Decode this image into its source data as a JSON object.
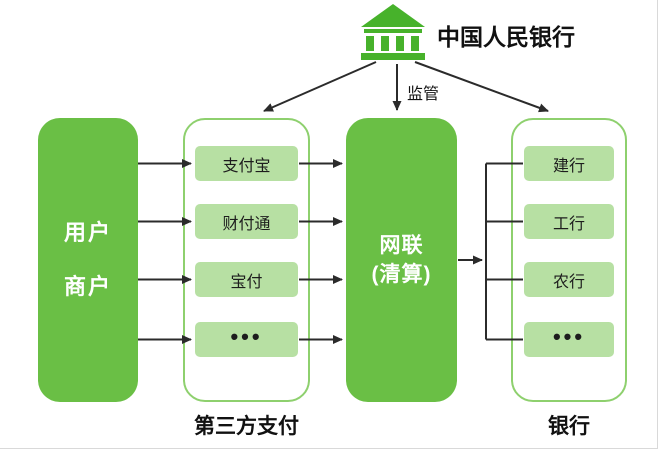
{
  "colors": {
    "main_green": "#6abf45",
    "light_green": "#b7e0a3",
    "border_green": "#8ed06e",
    "icon_green": "#47b22b",
    "arrow": "#2b2b2b"
  },
  "header": {
    "title": "中国人民银行",
    "supervision_label": "监管",
    "icon": "bank-building-icon"
  },
  "left_box": {
    "lines": [
      "用户",
      "商户"
    ]
  },
  "third_party": {
    "items": [
      "支付宝",
      "财付通",
      "宝付",
      "•••"
    ],
    "caption": "第三方支付"
  },
  "clearing": {
    "lines": [
      "网联",
      "(清算)"
    ]
  },
  "banks": {
    "items": [
      "建行",
      "工行",
      "农行",
      "•••"
    ],
    "caption": "银行"
  }
}
